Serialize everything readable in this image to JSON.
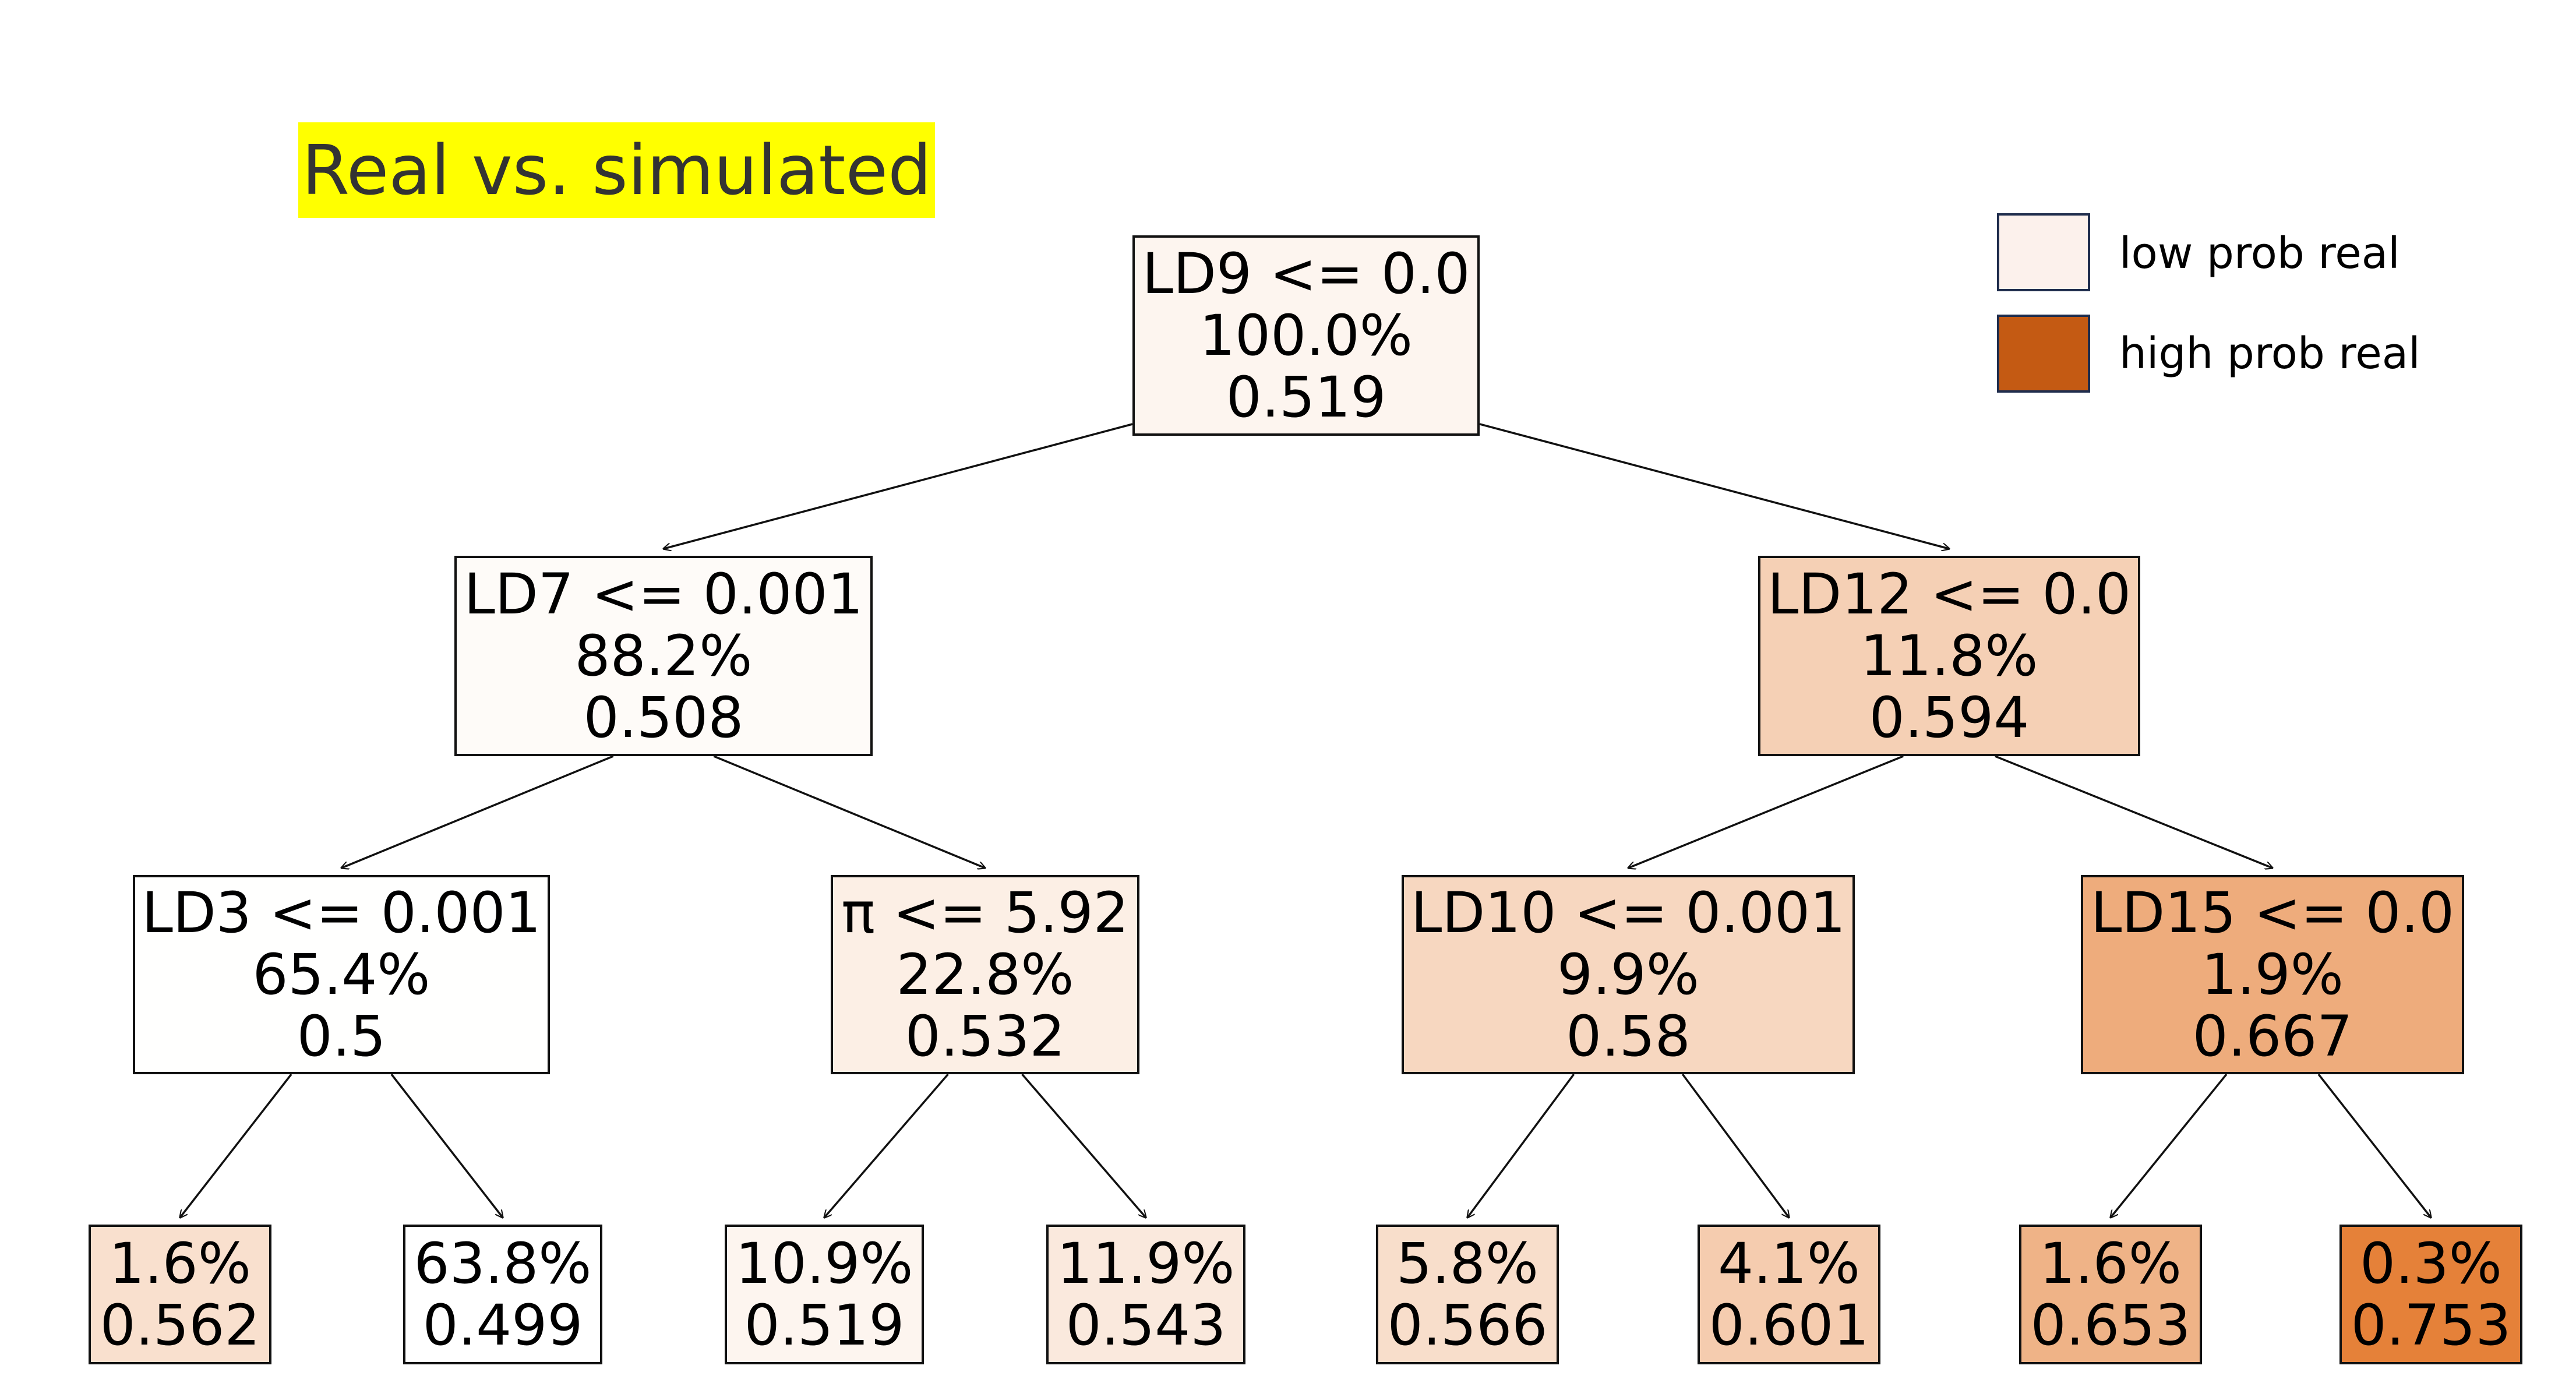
{
  "title": {
    "text": "Real vs. simulated",
    "highlight_color": "#ffff00"
  },
  "legend": {
    "low": {
      "label": "low prob real",
      "color": "#fcf1ec"
    },
    "high": {
      "label": "high prob real",
      "color": "#c45a13"
    }
  },
  "tree": {
    "root": {
      "rule": "LD9 <= 0.0",
      "pct": "100.0%",
      "value": "0.519"
    },
    "n_l": {
      "rule": "LD7 <= 0.001",
      "pct": "88.2%",
      "value": "0.508"
    },
    "n_r": {
      "rule": "LD12 <= 0.0",
      "pct": "11.8%",
      "value": "0.594"
    },
    "n_ll": {
      "rule": "LD3 <= 0.001",
      "pct": "65.4%",
      "value": "0.5"
    },
    "n_lr": {
      "rule": "π <= 5.92",
      "pct": "22.8%",
      "value": "0.532"
    },
    "n_rl": {
      "rule": "LD10 <= 0.001",
      "pct": "9.9%",
      "value": "0.58"
    },
    "n_rr": {
      "rule": "LD15 <= 0.0",
      "pct": "1.9%",
      "value": "0.667"
    },
    "leaf_1": {
      "pct": "1.6%",
      "value": "0.562"
    },
    "leaf_2": {
      "pct": "63.8%",
      "value": "0.499"
    },
    "leaf_3": {
      "pct": "10.9%",
      "value": "0.519"
    },
    "leaf_4": {
      "pct": "11.9%",
      "value": "0.543"
    },
    "leaf_5": {
      "pct": "5.8%",
      "value": "0.566"
    },
    "leaf_6": {
      "pct": "4.1%",
      "value": "0.601"
    },
    "leaf_7": {
      "pct": "1.6%",
      "value": "0.653"
    },
    "leaf_8": {
      "pct": "0.3%",
      "value": "0.753"
    }
  }
}
